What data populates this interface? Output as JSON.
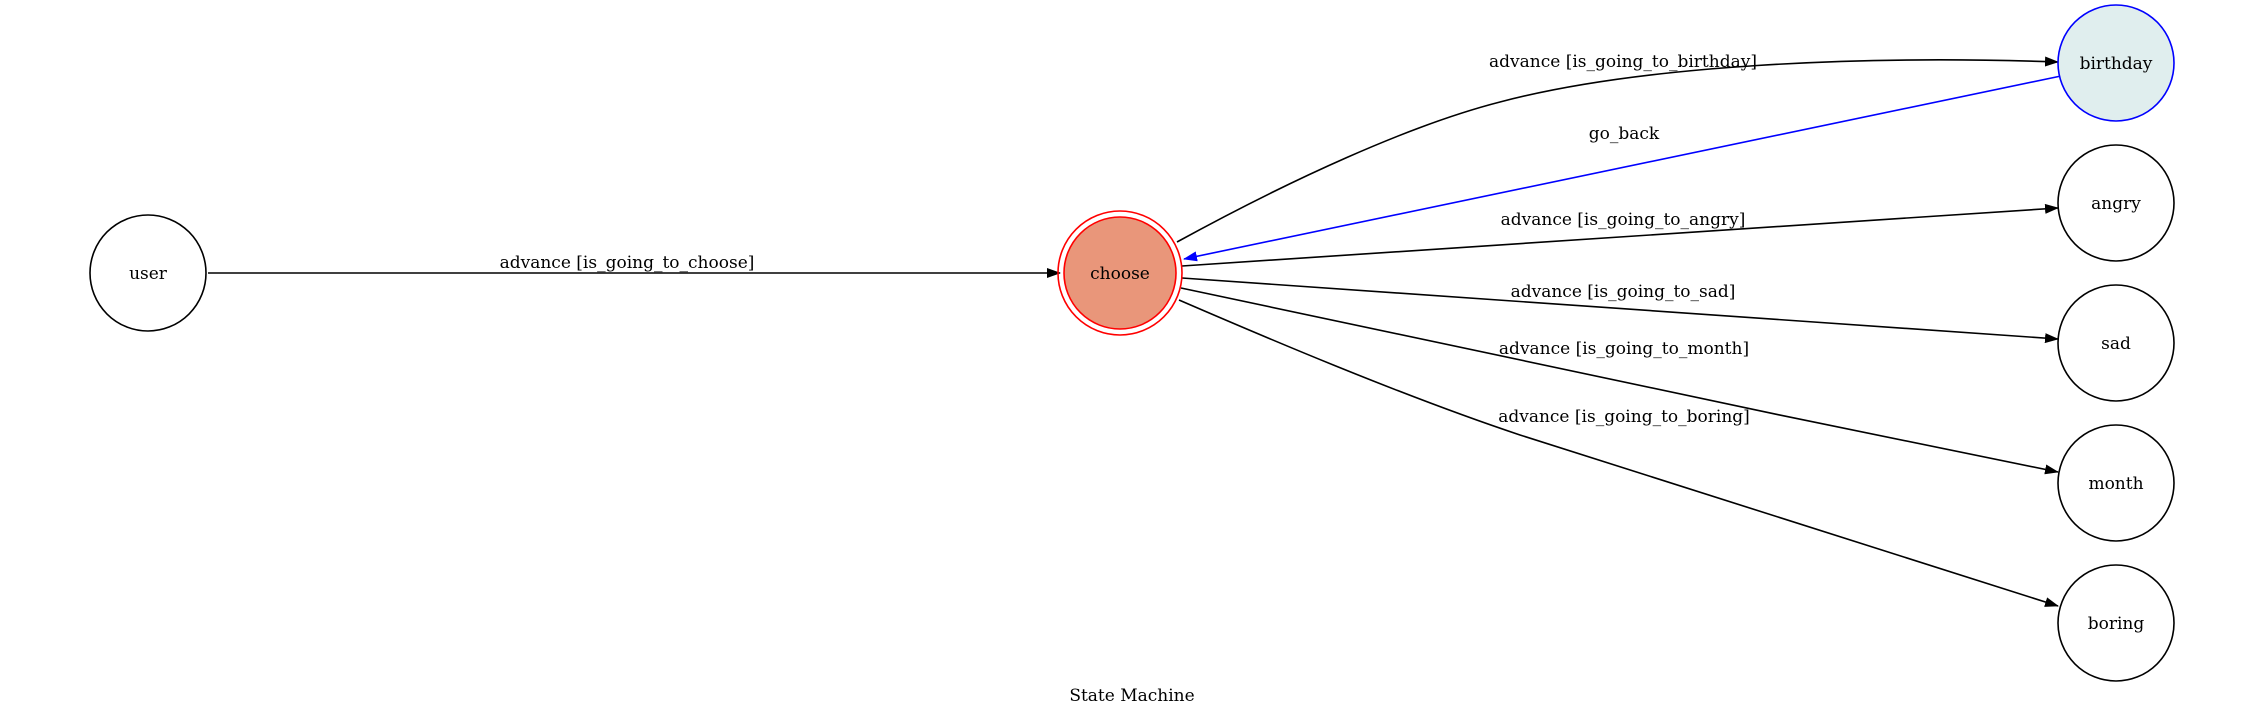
{
  "diagram": {
    "caption": "State Machine",
    "nodes": {
      "user": {
        "label": "user"
      },
      "choose": {
        "label": "choose",
        "fill": "#e9967a",
        "stroke": "#ff0000"
      },
      "birthday": {
        "label": "birthday",
        "fill": "#e0eeee",
        "stroke": "#0000ff"
      },
      "angry": {
        "label": "angry"
      },
      "sad": {
        "label": "sad"
      },
      "month": {
        "label": "month"
      },
      "boring": {
        "label": "boring"
      }
    },
    "edges": {
      "user_choose": {
        "label": "advance [is_going_to_choose]"
      },
      "choose_birthday": {
        "label": "advance [is_going_to_birthday]"
      },
      "birthday_choose": {
        "label": "go_back",
        "color": "#0000ff"
      },
      "choose_angry": {
        "label": "advance [is_going_to_angry]"
      },
      "choose_sad": {
        "label": "advance [is_going_to_sad]"
      },
      "choose_month": {
        "label": "advance [is_going_to_month]"
      },
      "choose_boring": {
        "label": "advance [is_going_to_boring]"
      }
    }
  }
}
